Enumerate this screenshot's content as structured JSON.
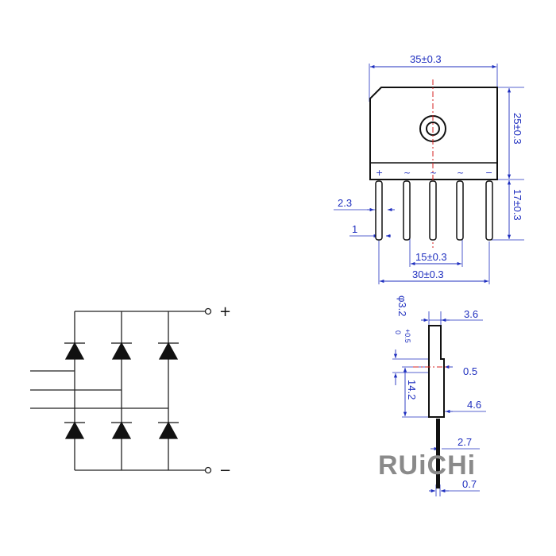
{
  "top_view": {
    "width_dim": "35±0.3",
    "body_height_dim": "25±0.3",
    "lead_length_dim": "17±0.3",
    "lead_width_dim": "2.3",
    "lead_tip_dim": "1",
    "pitch_dim": "15±0.3",
    "span_dim": "30±0.3",
    "pin_marks": [
      "+",
      "~",
      "~",
      "~",
      "−"
    ]
  },
  "side_view": {
    "hole_dim": "φ3.2",
    "hole_tol_upper": "+0.5",
    "hole_tol_lower": "0",
    "thickness_dim": "3.6",
    "step_dim": "0.5",
    "hole_height_dim": "14.2",
    "body_width_dim": "4.6",
    "lead_offset_dim": "2.7",
    "lead_thickness_dim": "0.7"
  },
  "schematic": {
    "plus_label": "+",
    "minus_label": "−"
  },
  "brand": {
    "logo_text": "RUiCHi"
  },
  "colors": {
    "outline": "#111111",
    "dimension": "#1f2fbf",
    "centerline": "#d62020",
    "logo": "#8a8a8a"
  }
}
